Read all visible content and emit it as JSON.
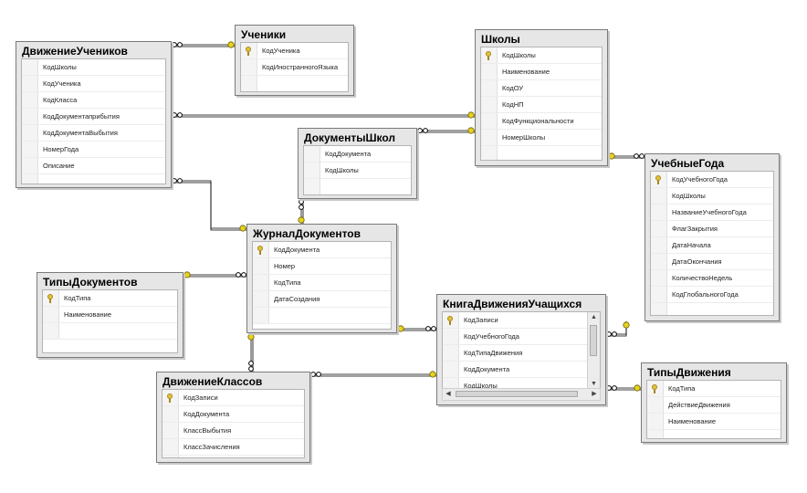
{
  "tables": {
    "dvizhenie_uchenikov": {
      "title": "ДвижениеУчеников",
      "columns": [
        {
          "name": "КодШколы",
          "pk": false
        },
        {
          "name": "КодУченика",
          "pk": false
        },
        {
          "name": "КодКласса",
          "pk": false
        },
        {
          "name": "КодДокументаприбытия",
          "pk": false
        },
        {
          "name": "КодДокументаВыбытия",
          "pk": false
        },
        {
          "name": "НомерГода",
          "pk": false
        },
        {
          "name": "Описание",
          "pk": false
        }
      ]
    },
    "ucheniki": {
      "title": "Ученики",
      "columns": [
        {
          "name": "КодУченика",
          "pk": true
        },
        {
          "name": "КодИностранногоЯзыка",
          "pk": false
        }
      ]
    },
    "shkoly": {
      "title": "Школы",
      "columns": [
        {
          "name": "КодШколы",
          "pk": true
        },
        {
          "name": "Наименование",
          "pk": false
        },
        {
          "name": "КодОУ",
          "pk": false
        },
        {
          "name": "КодНП",
          "pk": false
        },
        {
          "name": "КодФункциональности",
          "pk": false
        },
        {
          "name": "НомерШколы",
          "pk": false
        }
      ]
    },
    "dokumenty_shkol": {
      "title": "ДокументыШкол",
      "columns": [
        {
          "name": "КодДокумента",
          "pk": false
        },
        {
          "name": "КодШколы",
          "pk": false
        }
      ]
    },
    "uchebnye_goda": {
      "title": "УчебныеГода",
      "columns": [
        {
          "name": "КодУчебногоГода",
          "pk": true
        },
        {
          "name": "КодШколы",
          "pk": false
        },
        {
          "name": "НазваниеУчебногоГода",
          "pk": false
        },
        {
          "name": "ФлагЗакрытия",
          "pk": false
        },
        {
          "name": "ДатаНачала",
          "pk": false
        },
        {
          "name": "ДатаОкончания",
          "pk": false
        },
        {
          "name": "КоличествоНедель",
          "pk": false
        },
        {
          "name": "КодГлобальногоГода",
          "pk": false
        }
      ]
    },
    "zhurnal_dokumentov": {
      "title": "ЖурналДокументов",
      "columns": [
        {
          "name": "КодДокумента",
          "pk": true
        },
        {
          "name": "Номер",
          "pk": false
        },
        {
          "name": "КодТипа",
          "pk": false
        },
        {
          "name": "ДатаСоздания",
          "pk": false
        }
      ]
    },
    "tipy_dokumentov": {
      "title": "ТипыДокументов",
      "columns": [
        {
          "name": "КодТипа",
          "pk": true
        },
        {
          "name": "Наименование",
          "pk": false
        }
      ]
    },
    "kniga_dvizheniya": {
      "title": "КнигаДвиженияУчащихся",
      "columns": [
        {
          "name": "КодЗаписи",
          "pk": true
        },
        {
          "name": "КодУчебногоГода",
          "pk": false
        },
        {
          "name": "КодТипаДвижения",
          "pk": false
        },
        {
          "name": "КодДокумента",
          "pk": false
        },
        {
          "name": "КодШколы",
          "pk": false
        }
      ]
    },
    "dvizhenie_klassov": {
      "title": "ДвижениеКлассов",
      "columns": [
        {
          "name": "КодЗаписи",
          "pk": true
        },
        {
          "name": "КодДокумента",
          "pk": false
        },
        {
          "name": "КлассВыбытия",
          "pk": false
        },
        {
          "name": "КлассЗачисления",
          "pk": false
        }
      ]
    },
    "tipy_dvizheniya": {
      "title": "ТипыДвижения",
      "columns": [
        {
          "name": "КодТипа",
          "pk": true
        },
        {
          "name": "ДействиеДвижения",
          "pk": false
        },
        {
          "name": "Наименование",
          "pk": false
        }
      ]
    }
  },
  "colors": {
    "line": "#000000",
    "key_end": "#e7d21f",
    "many_end": "#000000",
    "table_bg": "#e6e6e6",
    "table_border": "#7a7a7a"
  }
}
